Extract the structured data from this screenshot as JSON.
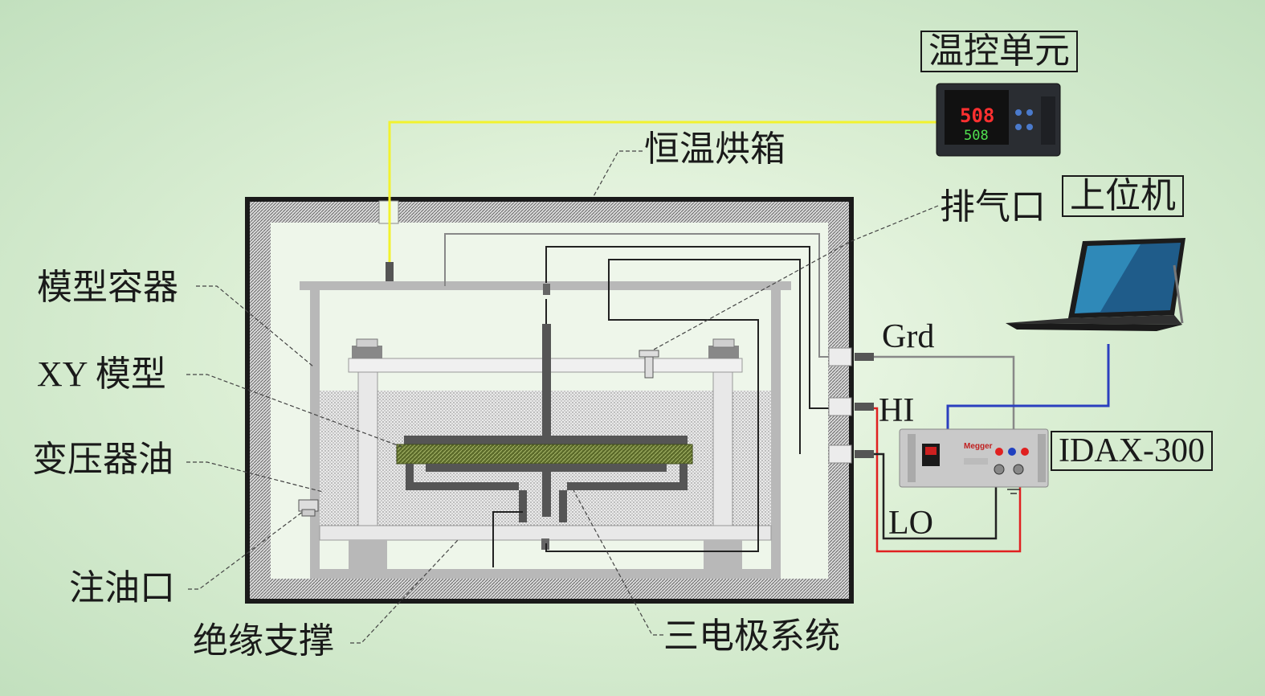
{
  "labels": {
    "temp_unit": "温控单元",
    "oven": "恒温烘箱",
    "exhaust": "排气口",
    "host_pc": "上位机",
    "model_container": "模型容器",
    "xy_model": "XY 模型",
    "transformer_oil": "变压器油",
    "oil_inlet": "注油口",
    "insulating_support": "绝缘支撑",
    "three_electrode": "三电极系统",
    "grd": "Grd",
    "hi": "HI",
    "lo": "LO",
    "idax": "IDAX-300"
  },
  "devices": {
    "controller_pv": "508",
    "controller_sv": "508",
    "analyzer_brand": "Megger"
  },
  "colors": {
    "thermocouple_wire": "#f2f22e",
    "usb_wire": "#2b3fbf",
    "hi_wire": "#e02020",
    "lo_wire": "#222222",
    "grd_wire": "#888888",
    "oven_wall": "#1a1a1a",
    "frame": "#b8b8b8",
    "xy_model": "#5b6a2a"
  }
}
